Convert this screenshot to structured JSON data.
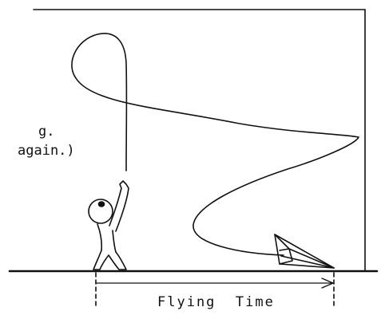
{
  "diagram": {
    "left_label_lines": [
      "g.",
      "again.)"
    ],
    "bottom_label": "Flying  Time",
    "stroke_color": "#111111",
    "background_color": "#ffffff"
  }
}
